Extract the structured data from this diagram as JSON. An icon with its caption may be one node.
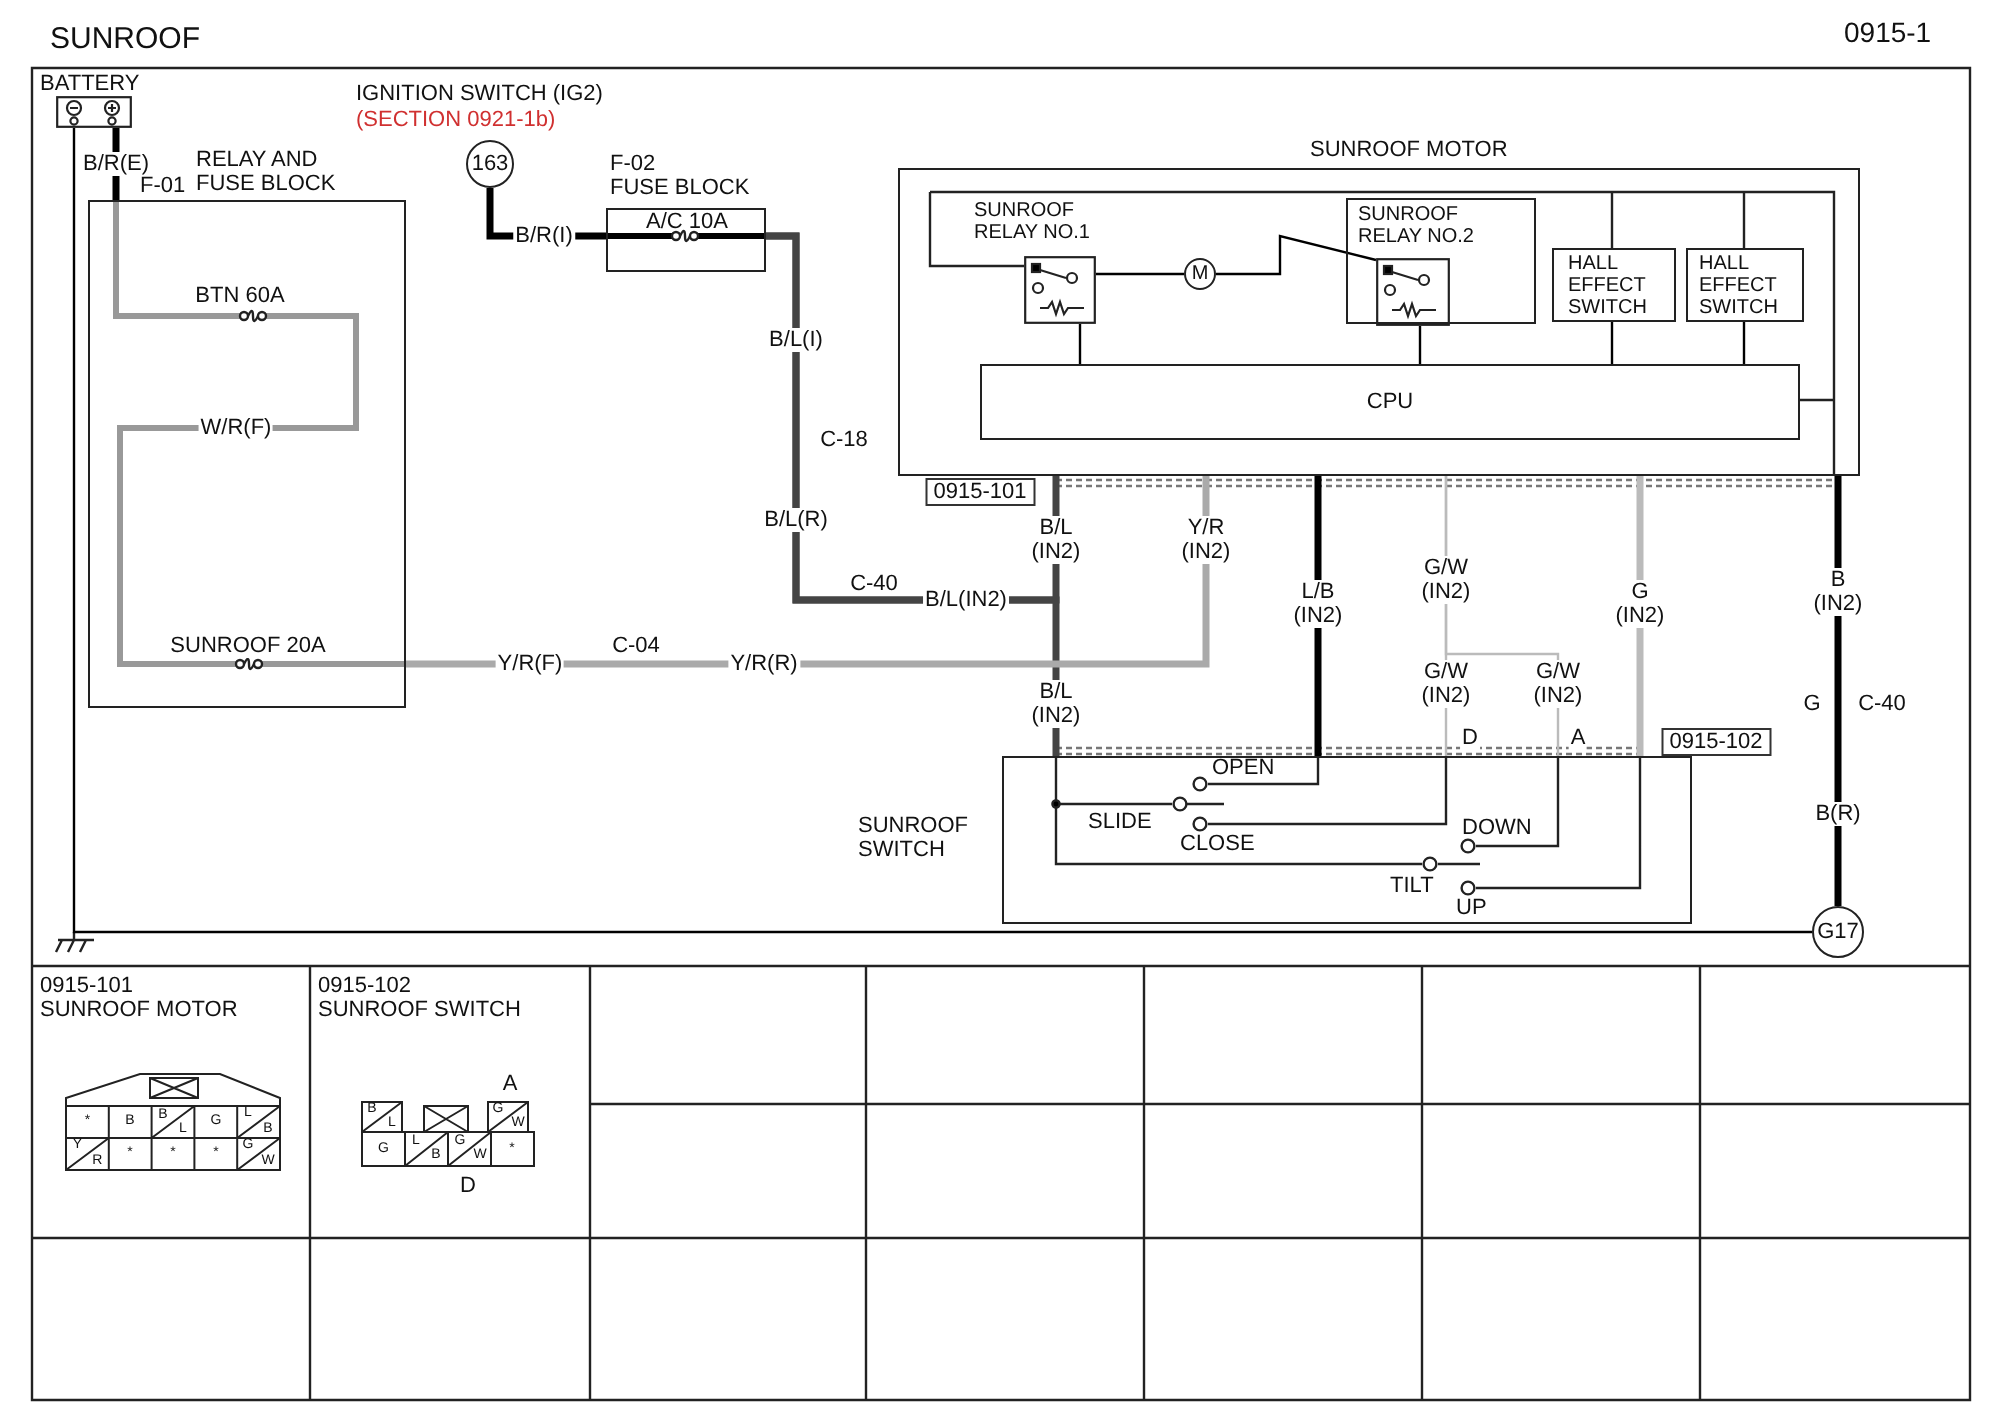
{
  "diagram": {
    "title": "SUNROOF",
    "nodes": [
      {
        "text": [
          "BATTERY"
        ]
      },
      {
        "text": [
          "RELAY AND FUSE BLOCK"
        ],
        "beside": [
          "F-01"
        ]
      },
      {
        "text": [
          "163"
        ],
        "beside": [
          "IGNITION SWITCH (IG2)",
          "(SECTION 0921-1b)"
        ]
      },
      {
        "text": [
          "FUSE BLOCK",
          "A/C 10A"
        ],
        "beside": [
          "F-02"
        ]
      },
      {
        "text": [
          "SUNROOF MOTOR"
        ]
      },
      {
        "text": [
          "SUNROOF RELAY NO.1"
        ],
        "in": 4
      },
      {
        "text": [
          "SUNROOF RELAY NO.2"
        ],
        "in": 4
      },
      {
        "text": [
          "M"
        ],
        "in": 4
      },
      {
        "text": [
          "HALL EFFECT SWITCH"
        ],
        "in": 4
      },
      {
        "text": [
          "HALL EFFECT SWITCH"
        ],
        "in": 4
      },
      {
        "text": [
          "CPU"
        ],
        "in": 4
      },
      {
        "text": [
          "SUNROOF SWITCH"
        ]
      },
      {
        "text": [
          "G17"
        ]
      }
    ],
    "edges": [
      {
        "from": 0,
        "to": 1,
        "arrow": "none",
        "label": "B/R(E)",
        "style": "thick"
      },
      {
        "from": 2,
        "to": 3,
        "arrow": "none",
        "label": "B/R(I)",
        "style": "thick"
      },
      {
        "from": 3,
        "to": 4,
        "arrow": "none",
        "label": "B/L(I)",
        "style": "thick",
        "color": "#444444"
      },
      {
        "from": 3,
        "to": 11,
        "arrow": "none",
        "style": "thick",
        "color": "#444444"
      },
      {
        "from": 1,
        "to": 4,
        "arrow": "none",
        "label": "Y/R(F)",
        "style": "thick",
        "color": "#aaaaaa"
      },
      {
        "from": 4,
        "to": 11,
        "arrow": "none",
        "label": "L/B (IN2)",
        "style": "thick"
      },
      {
        "from": 4,
        "to": 11,
        "arrow": "none",
        "label": "G/W (IN2)",
        "color": "#bbbbbb"
      },
      {
        "from": 4,
        "to": 11,
        "arrow": "none",
        "label": "G/W (IN2)",
        "color": "#bbbbbb"
      },
      {
        "from": 4,
        "to": 11,
        "arrow": "none",
        "label": "G (IN2)",
        "style": "thick",
        "color": "#bbbbbb"
      },
      {
        "from": 4,
        "to": 12,
        "arrow": "none",
        "label": "B (IN2)",
        "style": "thick"
      },
      {
        "from": 0,
        "to": 12,
        "arrow": "none"
      },
      {
        "from": 5,
        "to": 7,
        "arrow": "none"
      },
      {
        "from": 7,
        "to": 6,
        "arrow": "none"
      },
      {
        "from": 5,
        "to": 10,
        "arrow": "none"
      },
      {
        "from": 6,
        "to": 10,
        "arrow": "none"
      },
      {
        "from": 8,
        "to": 10,
        "arrow": "none"
      },
      {
        "from": 9,
        "to": 10,
        "arrow": "none"
      }
    ],
    "labels": [
      "0915-1",
      "BTN 60A",
      "W/R(F)",
      "SUNROOF 20A",
      "C-04",
      "Y/R(R)",
      "C-18",
      "B/L(R)",
      "C-40",
      "B/L(IN2)",
      "0915-101",
      "B/L (IN2)",
      "Y/R (IN2)",
      "G/W (IN2)",
      "G",
      "C-40",
      "B/L (IN2)",
      "B(R)",
      "D",
      "A",
      "0915-102",
      "OPEN",
      "SLIDE",
      "CLOSE",
      "DOWN",
      "TILT",
      "UP",
      "0915-101",
      "SUNROOF MOTOR",
      "0915-102",
      "SUNROOF SWITCH",
      "*",
      "B",
      "B",
      "L",
      "G",
      "L",
      "B",
      "Y",
      "R",
      "*",
      "*",
      "*",
      "G",
      "W",
      "A",
      "B",
      "L",
      "G",
      "W",
      "G",
      "L",
      "B",
      "G",
      "W",
      "*",
      "D"
    ]
  }
}
